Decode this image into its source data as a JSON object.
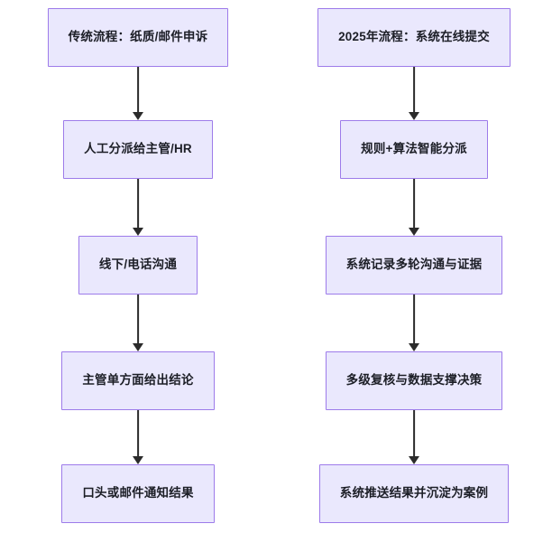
{
  "diagram": {
    "type": "flowchart",
    "orientation": "two-column-vertical",
    "background_color": "#ffffff",
    "node_fill_color": "#eae8fd",
    "node_border_color": "#9d7bea",
    "node_text_color": "#1c1e26",
    "arrow_color": "#2b2b2b",
    "columns": [
      {
        "id": "traditional-process",
        "nodes": [
          {
            "id": "trad-1",
            "label": "传统流程：纸质/邮件申诉"
          },
          {
            "id": "trad-2",
            "label": "人工分派给主管/HR"
          },
          {
            "id": "trad-3",
            "label": "线下/电话沟通"
          },
          {
            "id": "trad-4",
            "label": "主管单方面给出结论"
          },
          {
            "id": "trad-5",
            "label": "口头或邮件通知结果"
          }
        ]
      },
      {
        "id": "modern-process-2025",
        "nodes": [
          {
            "id": "new-1",
            "label": "2025年流程：系统在线提交"
          },
          {
            "id": "new-2",
            "label": "规则+算法智能分派"
          },
          {
            "id": "new-3",
            "label": "系统记录多轮沟通与证据"
          },
          {
            "id": "new-4",
            "label": "多级复核与数据支撑决策"
          },
          {
            "id": "new-5",
            "label": "系统推送结果并沉淀为案例"
          }
        ]
      }
    ]
  }
}
